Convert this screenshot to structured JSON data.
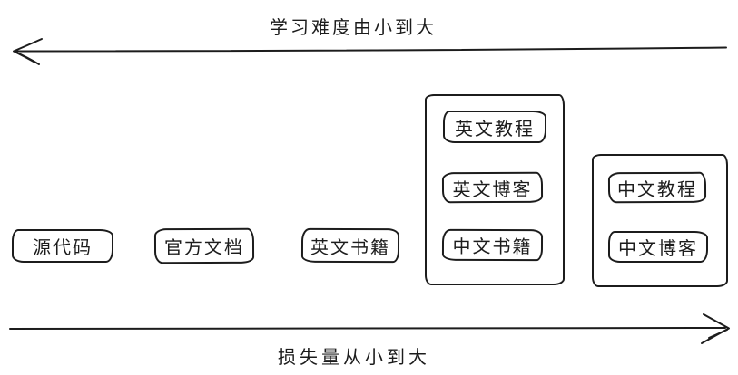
{
  "axes": {
    "difficulty": {
      "label": "学习难度由小到大",
      "direction": "left"
    },
    "loss": {
      "label": "损失量从小到大",
      "direction": "right"
    }
  },
  "boxes": [
    {
      "label": "源代码"
    },
    {
      "label": "官方文档"
    },
    {
      "label": "英文书籍"
    }
  ],
  "groups": [
    {
      "boxes": [
        {
          "label": "英文教程"
        },
        {
          "label": "英文博客"
        },
        {
          "label": "中文书籍"
        }
      ]
    },
    {
      "boxes": [
        {
          "label": "中文教程"
        },
        {
          "label": "中文博客"
        }
      ]
    }
  ],
  "colors": {
    "ink": "#1c1c1c",
    "background": "#ffffff"
  }
}
